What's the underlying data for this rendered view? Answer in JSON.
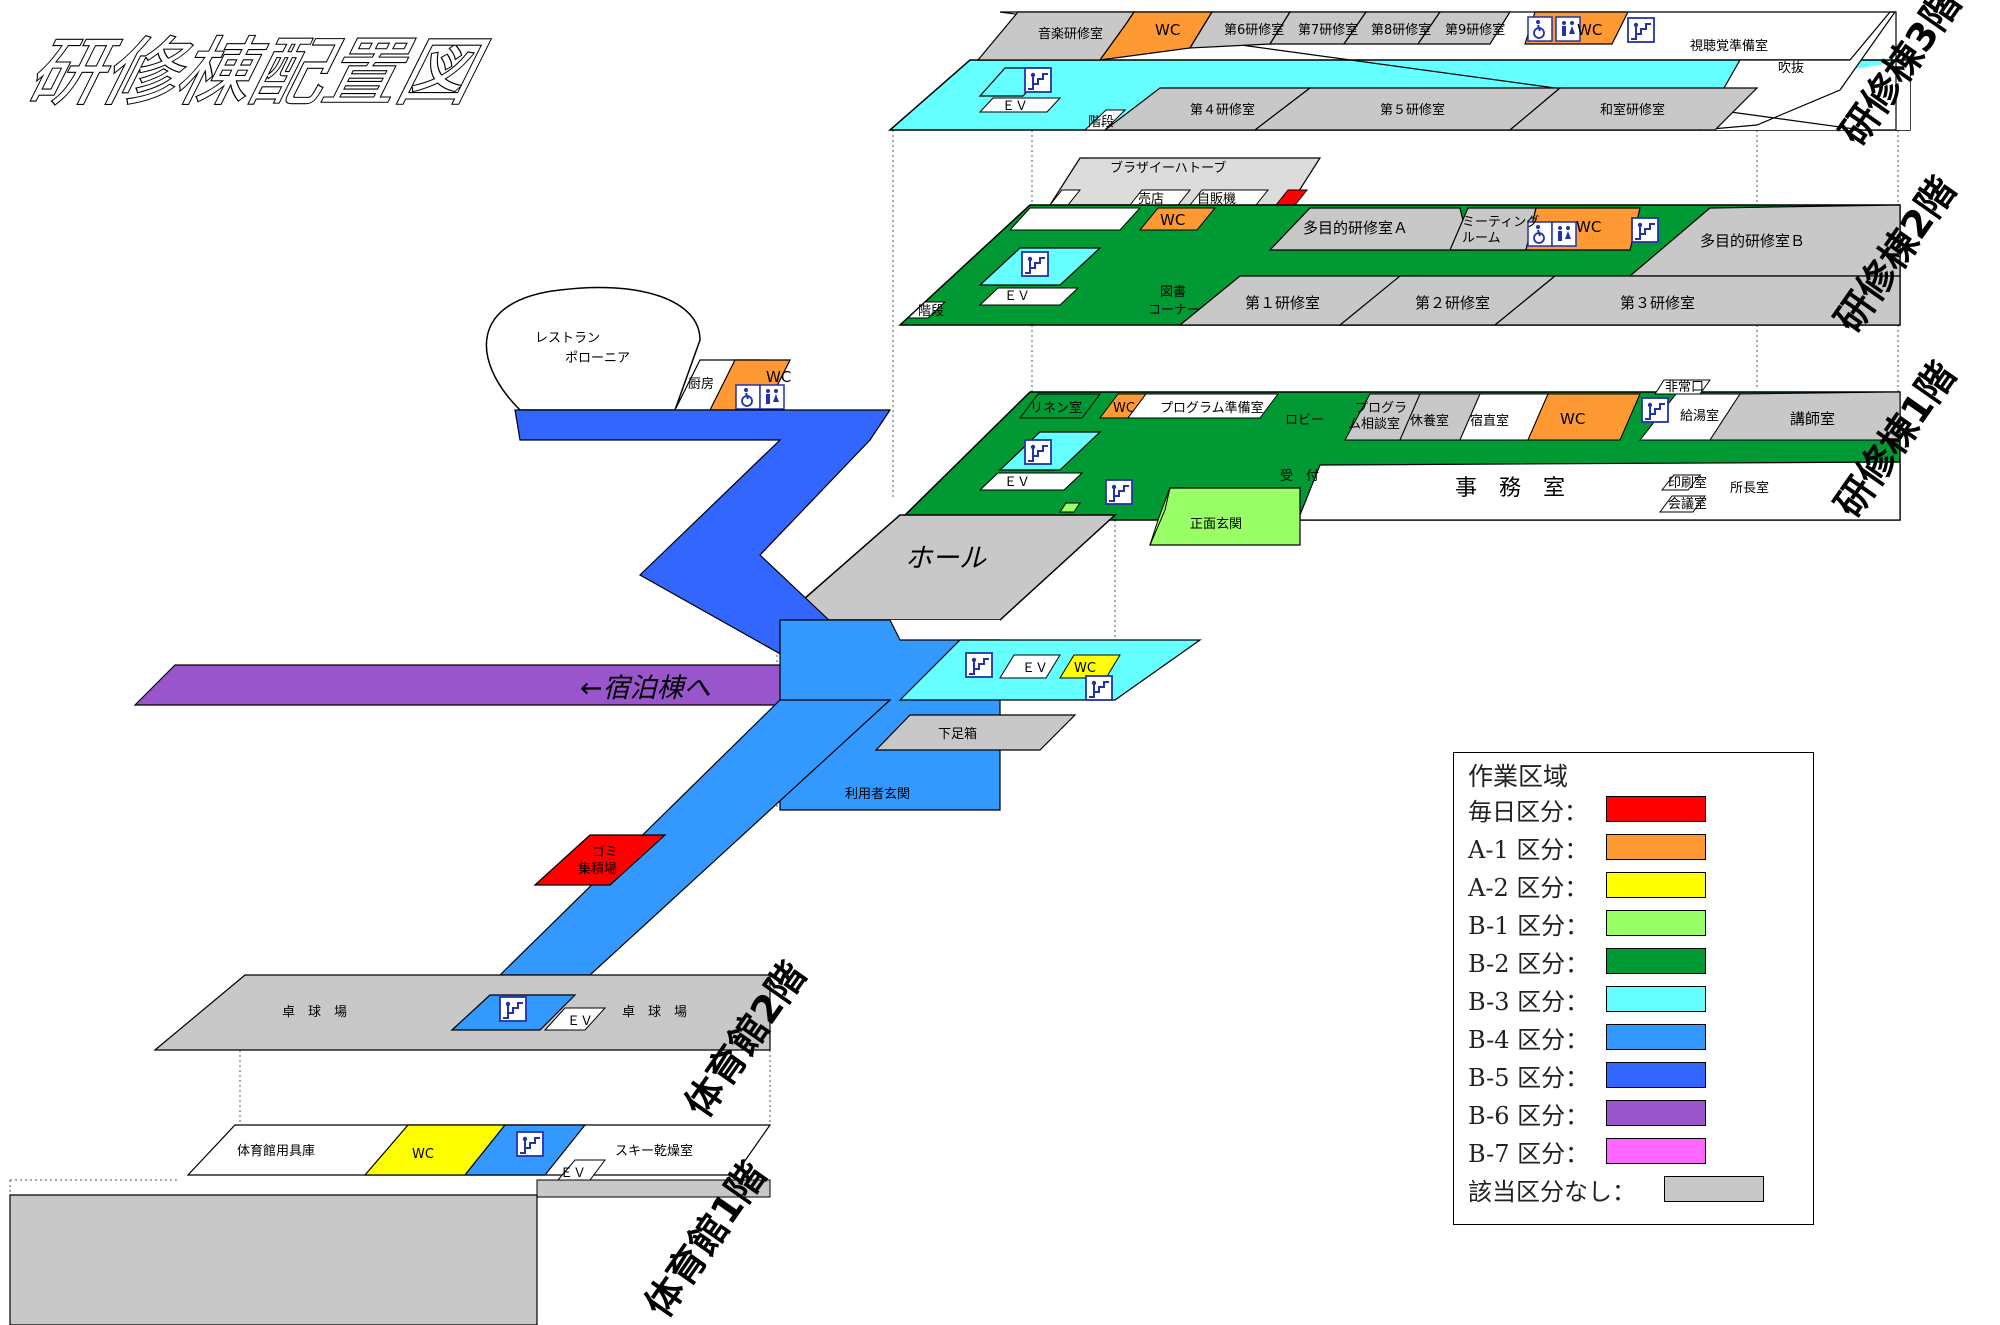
{
  "title": "研修棟配置図",
  "floors": {
    "f3": "研修棟3階",
    "f2": "研修棟2階",
    "f1": "研修棟1階",
    "gym2": "体育館2階",
    "gym1": "体育館1階"
  },
  "rooms": {
    "ongaku": "音楽研修室",
    "wc": "WC",
    "dai6": "第6研修室",
    "dai7": "第7研修室",
    "dai8": "第8研修室",
    "dai9": "第9研修室",
    "shichokaku": "視聴覚準備室",
    "fukinuke": "吹抜",
    "dai4": "第４研修室",
    "dai5": "第５研修室",
    "washitsu": "和室研修室",
    "ev": "ＥＶ",
    "kaidan": "階段",
    "brasie": "ブラザイーハトーブ",
    "baiten": "売店",
    "jihanki": "自販機",
    "tamokuteki_a": "多目的研修室Ａ",
    "meeting1": "ミーティング",
    "meeting2": "ルーム",
    "tamokuteki_b": "多目的研修室Ｂ",
    "tosho1": "図書",
    "tosho2": "コーナー",
    "dai1": "第１研修室",
    "dai2": "第２研修室",
    "dai3": "第３研修室",
    "restaurant1": "レストラン",
    "restaurant2": "ポローニア",
    "chubo": "厨房",
    "linen": "リネン室",
    "program": "プログラム準備室",
    "lobby": "ロビー",
    "program_sodan1": "プログラ",
    "program_sodan2": "ム相談室",
    "kyuyo": "休養室",
    "shukuchoku": "宿直室",
    "hijoguchi": "非常口",
    "kyuto": "給湯室",
    "koshi": "講師室",
    "uketsuke": "受　付",
    "jimu": "事　務　室",
    "insatsu": "印刷室",
    "kaigi": "会議室",
    "shocho": "所長室",
    "shomen": "正面玄関",
    "hall": "ホール",
    "shukuhaku": "←宿泊棟へ",
    "gesoku": "下足箱",
    "riyosha": "利用者玄関",
    "gomi1": "ゴミ",
    "gomi2": "集積場",
    "takkyu": "卓　球　場",
    "yoguko": "体育館用具庫",
    "ski": "スキー乾燥室"
  },
  "legend": {
    "title": "作業区域",
    "items": [
      {
        "label": "毎日区分：",
        "color": "#ff0000"
      },
      {
        "label": "A-1 区分：",
        "color": "#ff9933"
      },
      {
        "label": "A-2 区分：",
        "color": "#ffff00"
      },
      {
        "label": "B-1 区分：",
        "color": "#99ff66"
      },
      {
        "label": "B-2 区分：",
        "color": "#009933"
      },
      {
        "label": "B-3 区分：",
        "color": "#66ffff"
      },
      {
        "label": "B-4 区分：",
        "color": "#3399ff"
      },
      {
        "label": "B-5 区分：",
        "color": "#3366ff"
      },
      {
        "label": "B-6 区分：",
        "color": "#9955cc"
      },
      {
        "label": "B-7 区分：",
        "color": "#ff66ff"
      },
      {
        "label": "該当区分なし：",
        "color": "#c8c8c8"
      }
    ]
  },
  "colors": {
    "red": "#ff0000",
    "orange": "#ff9933",
    "yellow": "#ffff00",
    "lightgreen": "#99ff66",
    "green": "#009933",
    "cyan": "#66ffff",
    "blue4": "#3399ff",
    "blue5": "#3366ff",
    "purple": "#9955cc",
    "gray": "#c8c8c8"
  },
  "icons": [
    "stairs-icon",
    "wheelchair-icon",
    "restroom-icon"
  ]
}
